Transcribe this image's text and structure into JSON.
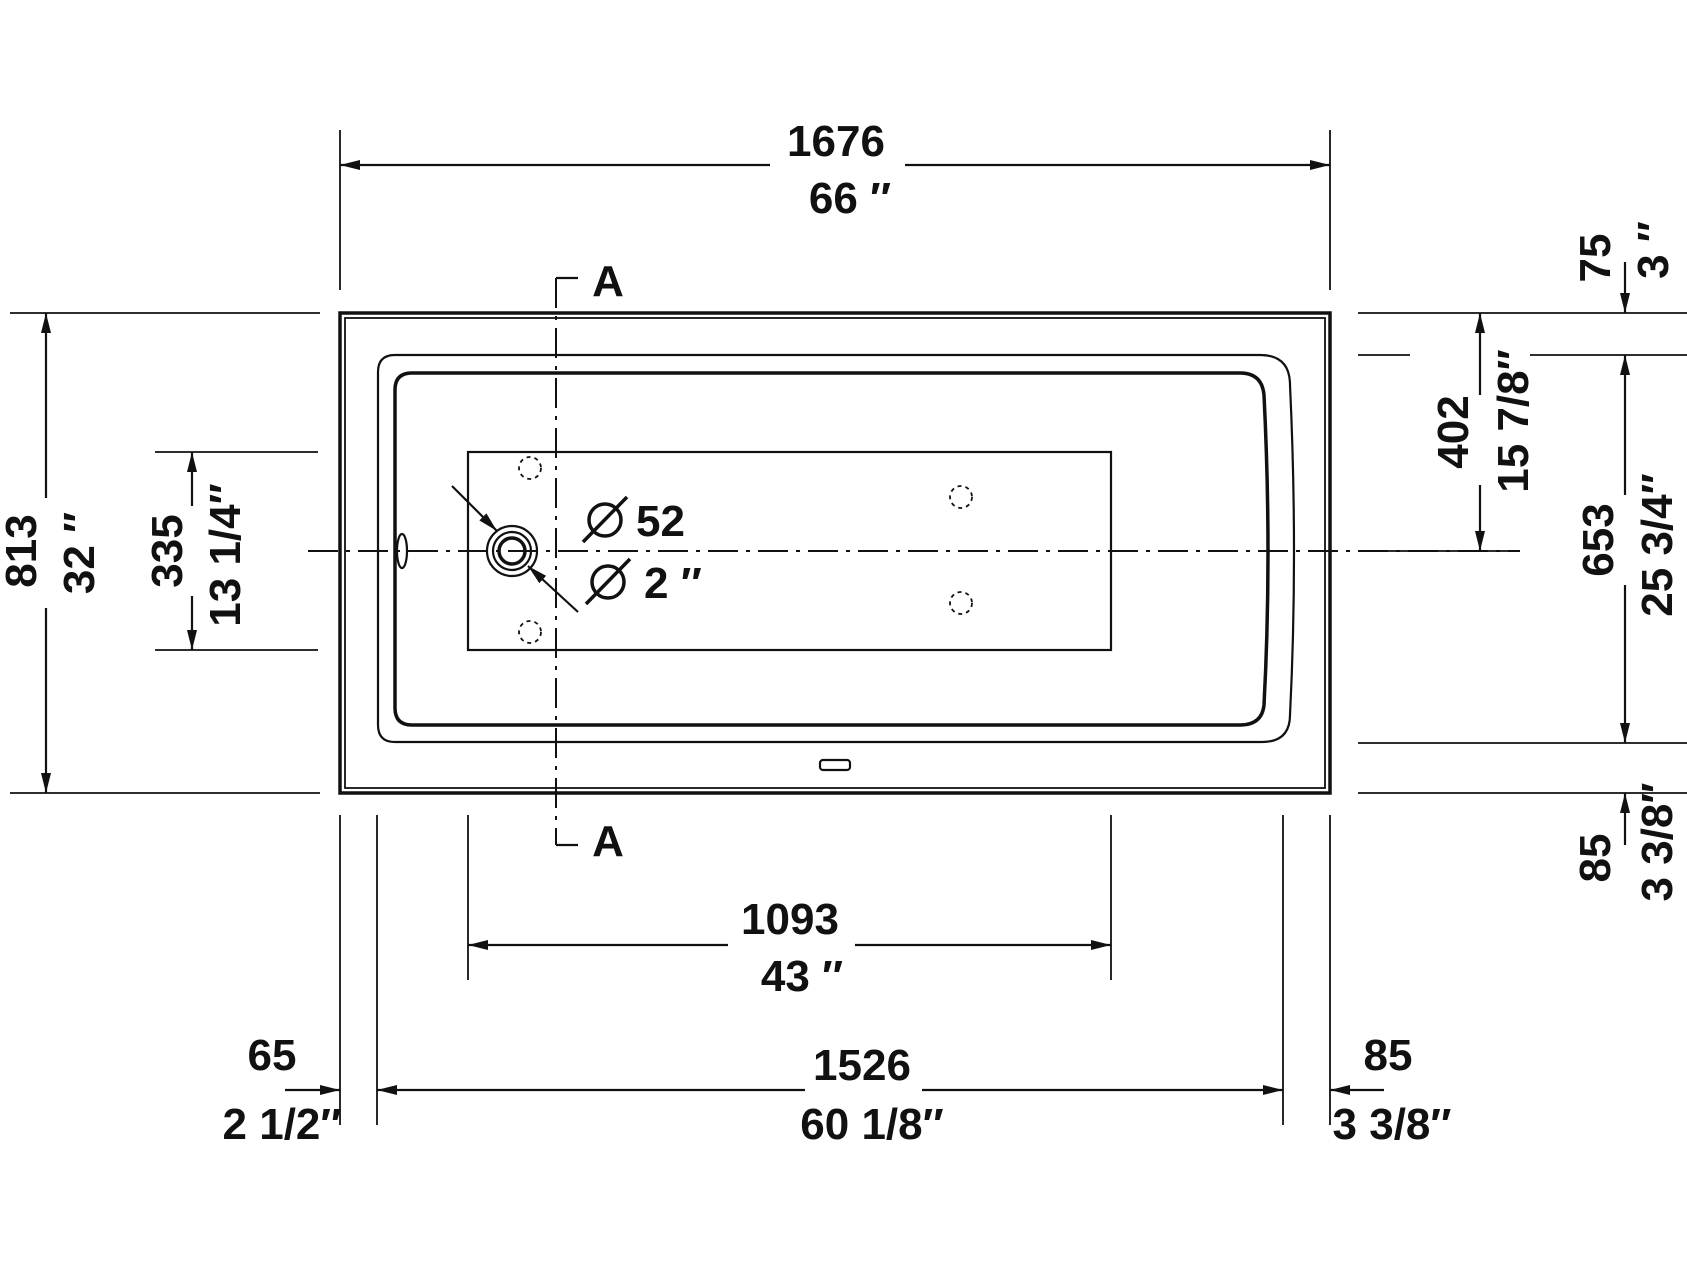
{
  "section_marker": "A",
  "dimensions": {
    "overall_length_mm": "1676",
    "overall_length_in": "66 ″",
    "inner_length_mm": "1526",
    "inner_length_in": "60 1/8″",
    "bottom_length_mm": "1093",
    "bottom_length_in": "43 ″",
    "left_rim_mm": "65",
    "left_rim_in": "2 1/2″",
    "right_rim_mm": "85",
    "right_rim_in": "3 3/8″",
    "overall_width_mm": "813",
    "overall_width_in": "32 ″",
    "bottom_width_mm": "335",
    "bottom_width_in": "13 1/4″",
    "drain_offset_mm": "402",
    "drain_offset_in": "15 7/8″",
    "inner_width_mm": "653",
    "inner_width_in": "25 3/4″",
    "top_rim_mm": "75",
    "top_rim_in": "3 ″",
    "bottom_rim_mm": "85",
    "bottom_rim_in": "3 3/8″",
    "drain_diameter_mm": "52",
    "drain_diameter_in": "2 ″"
  }
}
